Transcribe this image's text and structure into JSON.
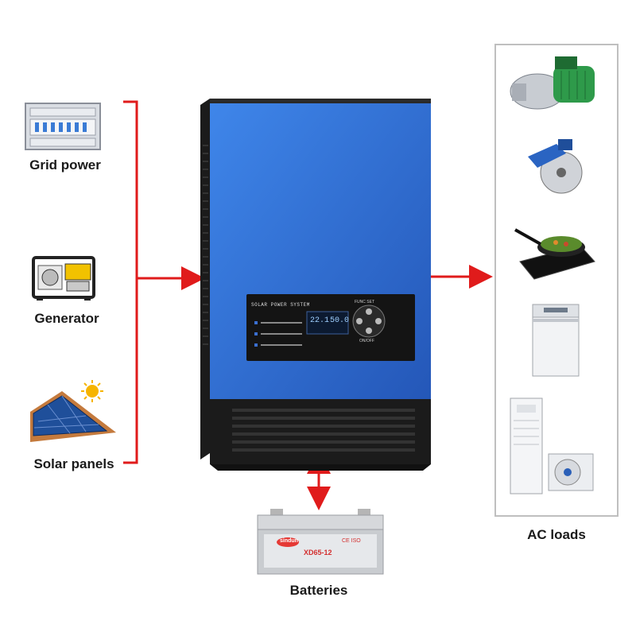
{
  "sources": [
    {
      "label": "Grid power",
      "icon": "grid-breaker-panel"
    },
    {
      "label": "Generator",
      "icon": "generator"
    },
    {
      "label": "Solar panels",
      "icon": "solar-panel"
    }
  ],
  "inverter": {
    "panel_title": "SOLAR POWER SYSTEM",
    "lcd_left": "22.1",
    "lcd_right": "50.0",
    "button_ring": "FUNC SET",
    "onoff_label": "ON/OFF",
    "body_color": "#2f6fd8",
    "frame_color": "#1b1b1b"
  },
  "battery": {
    "label": "Batteries",
    "brand": "sindun",
    "model": "XD65-12",
    "cert": "CE ISO"
  },
  "loads": {
    "label": "AC loads",
    "items": [
      {
        "icon": "water-pump"
      },
      {
        "icon": "angle-grinder"
      },
      {
        "icon": "induction-cooker"
      },
      {
        "icon": "washing-machine"
      },
      {
        "icon": "air-conditioner"
      }
    ]
  },
  "colors": {
    "connector": "#e01b1b",
    "loads_border": "#bfbfbf"
  }
}
